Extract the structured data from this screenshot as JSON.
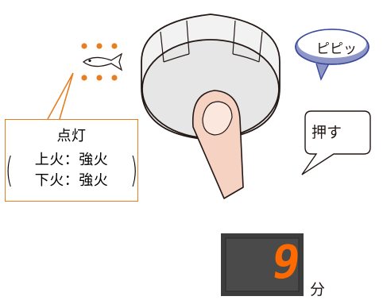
{
  "fish_icon": "grill-fish-icon",
  "indicator": {
    "status": "点灯",
    "upper_heat": "上火：強火",
    "lower_heat": "下火：強火",
    "lamp_color": "#e67e22"
  },
  "sounds": {
    "beep": "ピピッ"
  },
  "action": {
    "press": "押す"
  },
  "display": {
    "value": "9",
    "unit": "分",
    "digit_color": "#ff6a00"
  },
  "colors": {
    "bubble_fill": "#8e96c8",
    "outline": "#231815",
    "finger": "#f6d2c2"
  }
}
